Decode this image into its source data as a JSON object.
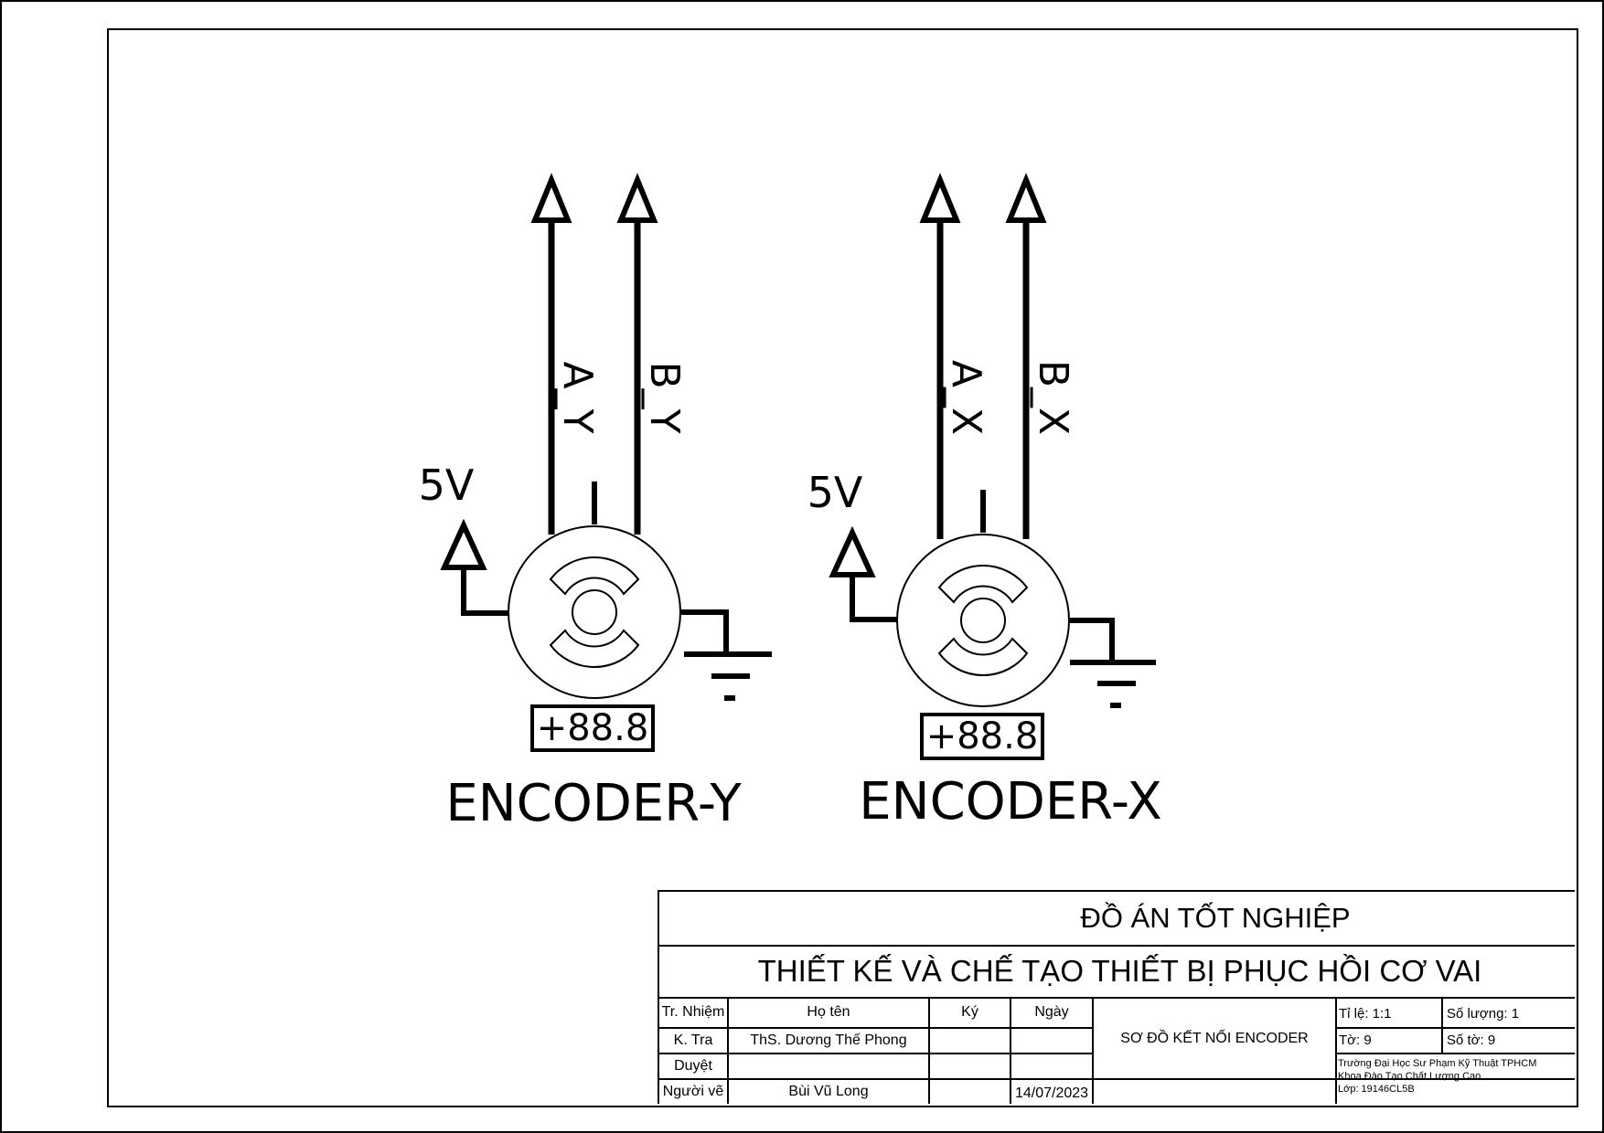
{
  "encoders": [
    {
      "label": "ENCODER-Y",
      "display": "+88.8",
      "power_label": "5V",
      "signal_a": "A_Y",
      "signal_b": "B_Y"
    },
    {
      "label": "ENCODER-X",
      "display": "+88.8",
      "power_label": "5V",
      "signal_a": "A_X",
      "signal_b": "B_X"
    }
  ],
  "title_block": {
    "project_type": "ĐỒ ÁN TỐT NGHIỆP",
    "project_title": "THIẾT KẾ VÀ CHẾ TẠO THIẾT BỊ PHỤC HỒI CƠ VAI",
    "drawing_title": "SƠ ĐỒ KẾT NỐI ENCODER",
    "headers": {
      "role": "Tr. Nhiệm",
      "name": "Họ tên",
      "sign": "Ký",
      "date": "Ngày"
    },
    "rows": [
      {
        "role": "K. Tra",
        "name": "ThS. Dương Thế Phong",
        "date": ""
      },
      {
        "role": "Duyệt",
        "name": "",
        "date": ""
      },
      {
        "role": "Người vẽ",
        "name": "Bùi Vũ Long",
        "date": "14/07/2023"
      }
    ],
    "scale": "Tỉ lệ: 1:1",
    "quantity": "Số lượng: 1",
    "sheet": "Tờ: 9",
    "sheet_count": "Số tờ: 9",
    "school": "Trường Đại Học Sư Phạm Kỹ Thuật TPHCM",
    "faculty": "Khoa Đào Tạo Chất Lượng Cao",
    "class": "Lớp: 19146CL5B"
  }
}
